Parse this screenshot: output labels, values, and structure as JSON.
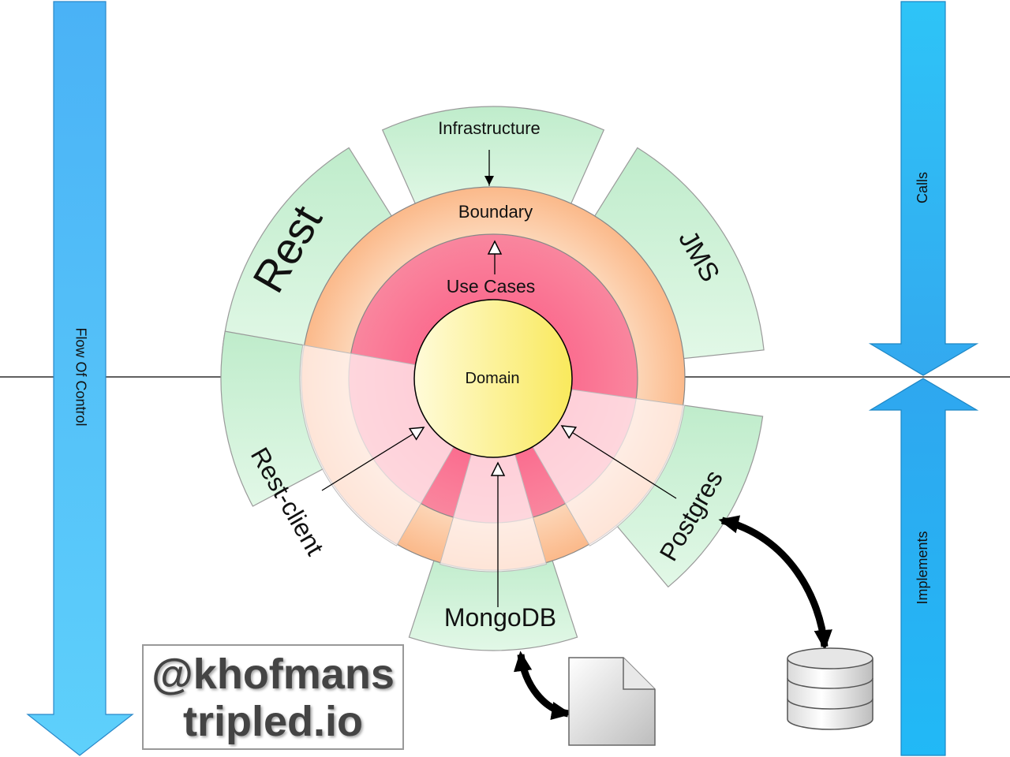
{
  "labels": {
    "flow": "Flow Of Control",
    "calls": "Calls",
    "implements": "Implements",
    "infrastructure": "Infrastructure",
    "boundary": "Boundary",
    "use_cases": "Use Cases",
    "domain": "Domain",
    "rest": "Rest",
    "jms": "JMS",
    "rest_client": "Rest-client",
    "mongodb": "MongoDB",
    "postgres": "Postgres"
  },
  "credit": {
    "handle": "@khofmans",
    "site": "tripled.io"
  },
  "colors": {
    "arrow_blue": "#4fb8f7",
    "segment_green": "#d6f5de",
    "boundary_orange": "#fbc9a0",
    "use_cases_red": "#f78aa0",
    "domain_yellow": "#fbe98a"
  },
  "icons": [
    "document-icon",
    "database-icon"
  ]
}
